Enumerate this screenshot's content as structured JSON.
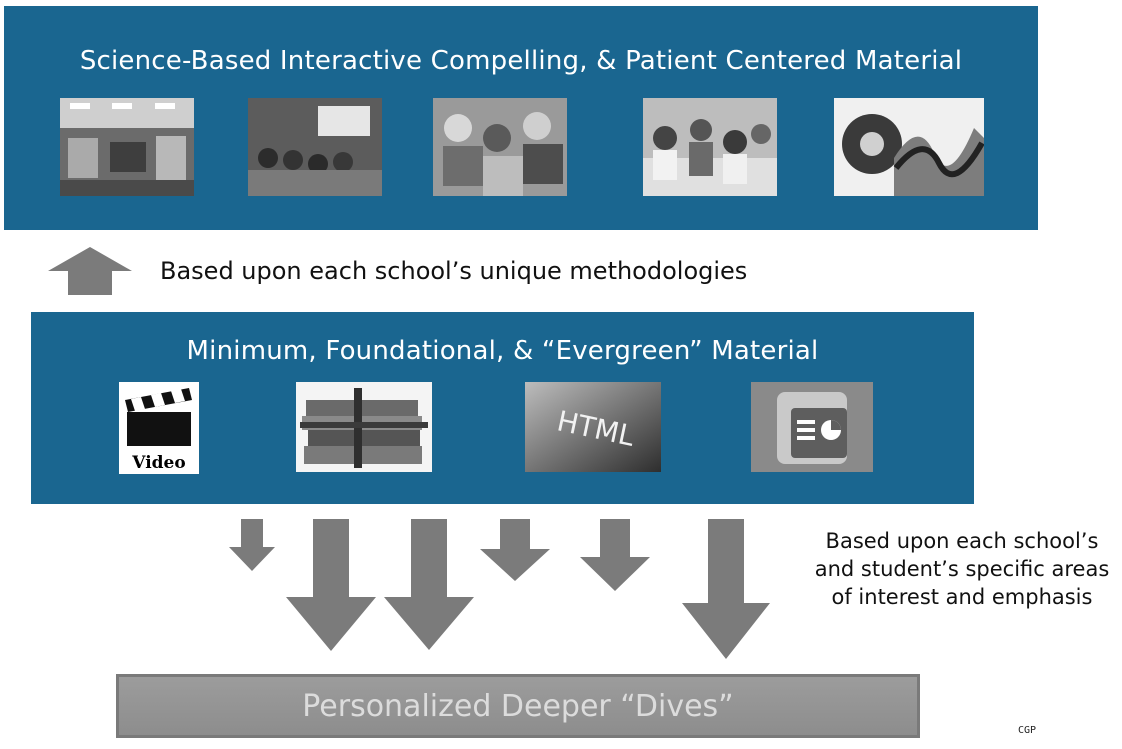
{
  "top_block": {
    "title": "Science-Based Interactive Compelling, & Patient Centered Material",
    "images": [
      "classroom-photo",
      "lecture-photo",
      "group-learning-photo",
      "student-discussion-photo",
      "film-reel-image"
    ]
  },
  "up_arrow_note": "Based upon each school’s unique methodologies",
  "middle_block": {
    "title": "Minimum, Foundational, & “Evergreen” Material",
    "images": [
      {
        "icon": "video-clapper-icon",
        "label": "Video"
      },
      {
        "icon": "book-stack-image",
        "label": ""
      },
      {
        "icon": "html-image",
        "label": "HTML"
      },
      {
        "icon": "presentation-icon",
        "label": ""
      }
    ]
  },
  "down_arrows_note": "Based upon each school’s and student’s specific areas of interest and emphasis",
  "bottom_bar": {
    "label": "Personalized Deeper “Dives”"
  },
  "credit": "CGP",
  "colors": {
    "box_blue": "#1a6690",
    "arrow_gray": "#7b7b7b",
    "bar_gray": "#959595"
  }
}
